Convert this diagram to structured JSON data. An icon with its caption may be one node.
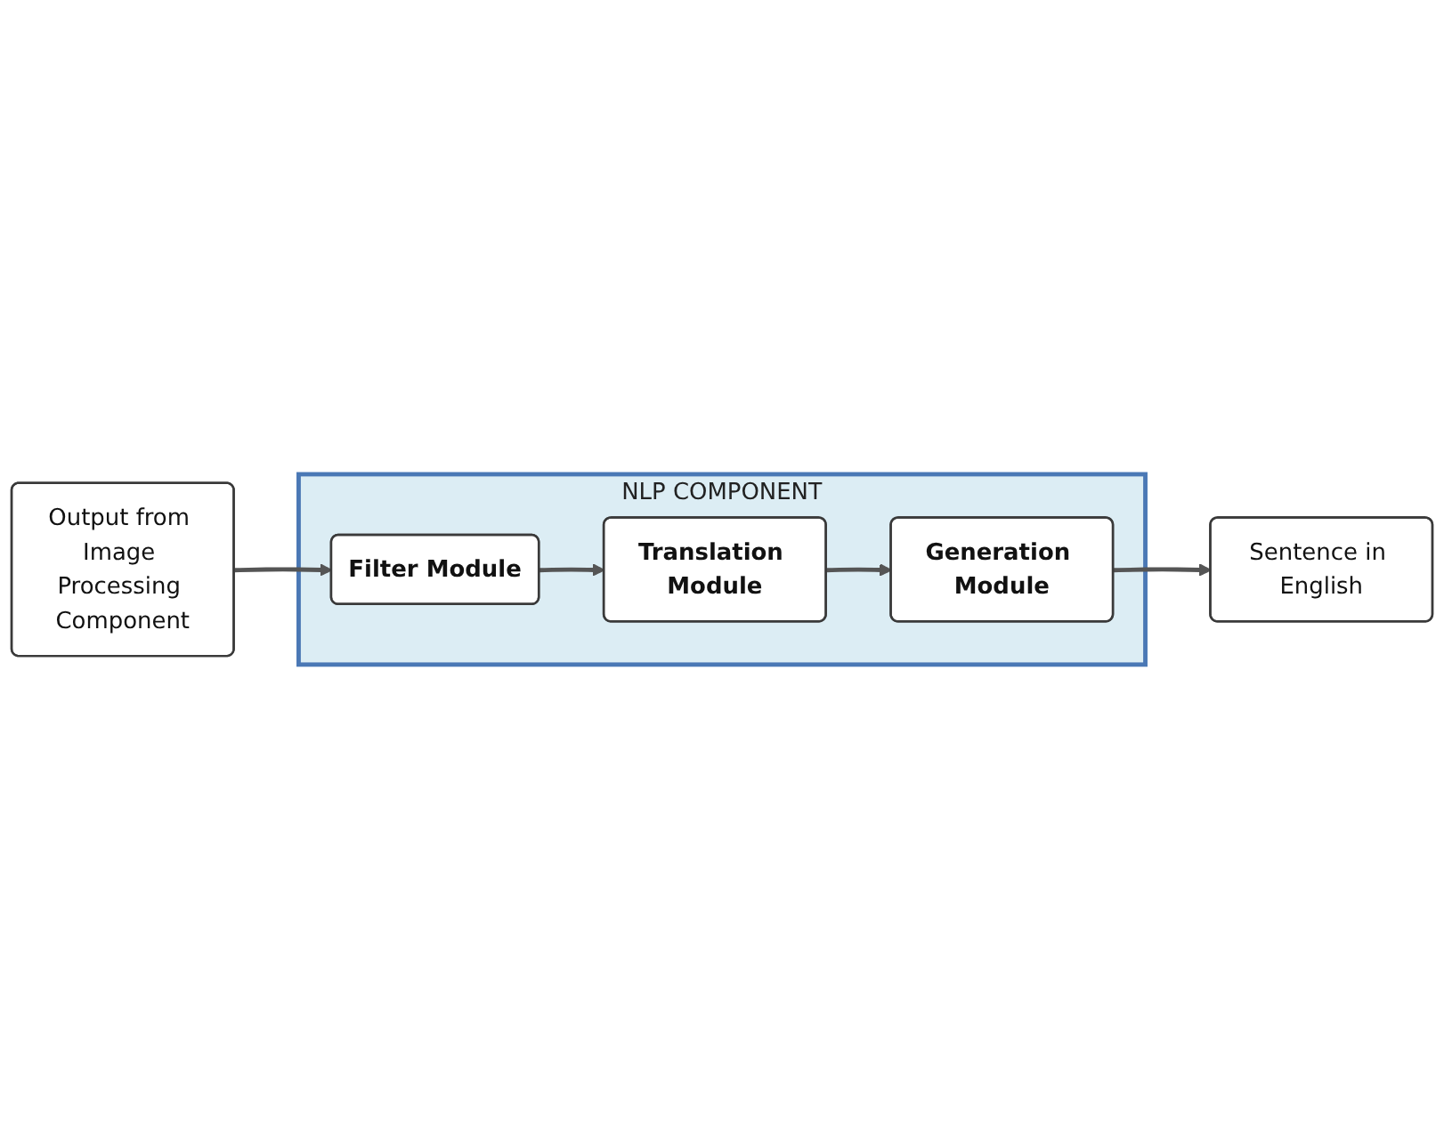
{
  "diagram": {
    "nodes": [
      {
        "text": [
          "NLP COMPONENT"
        ]
      },
      {
        "text": [
          "Output from Image Processing Component"
        ]
      },
      {
        "text": [
          "Filter Module"
        ],
        "in": 0
      },
      {
        "text": [
          "Translation Module"
        ],
        "in": 0
      },
      {
        "text": [
          "Generation Module"
        ],
        "in": 0
      },
      {
        "text": [
          "Sentence in English"
        ]
      }
    ],
    "edges": [
      {
        "from": 1,
        "to": 2,
        "arrow": "to"
      },
      {
        "from": 2,
        "to": 3,
        "arrow": "to"
      },
      {
        "from": 3,
        "to": 4,
        "arrow": "to"
      },
      {
        "from": 4,
        "to": 5,
        "arrow": "to"
      }
    ]
  }
}
